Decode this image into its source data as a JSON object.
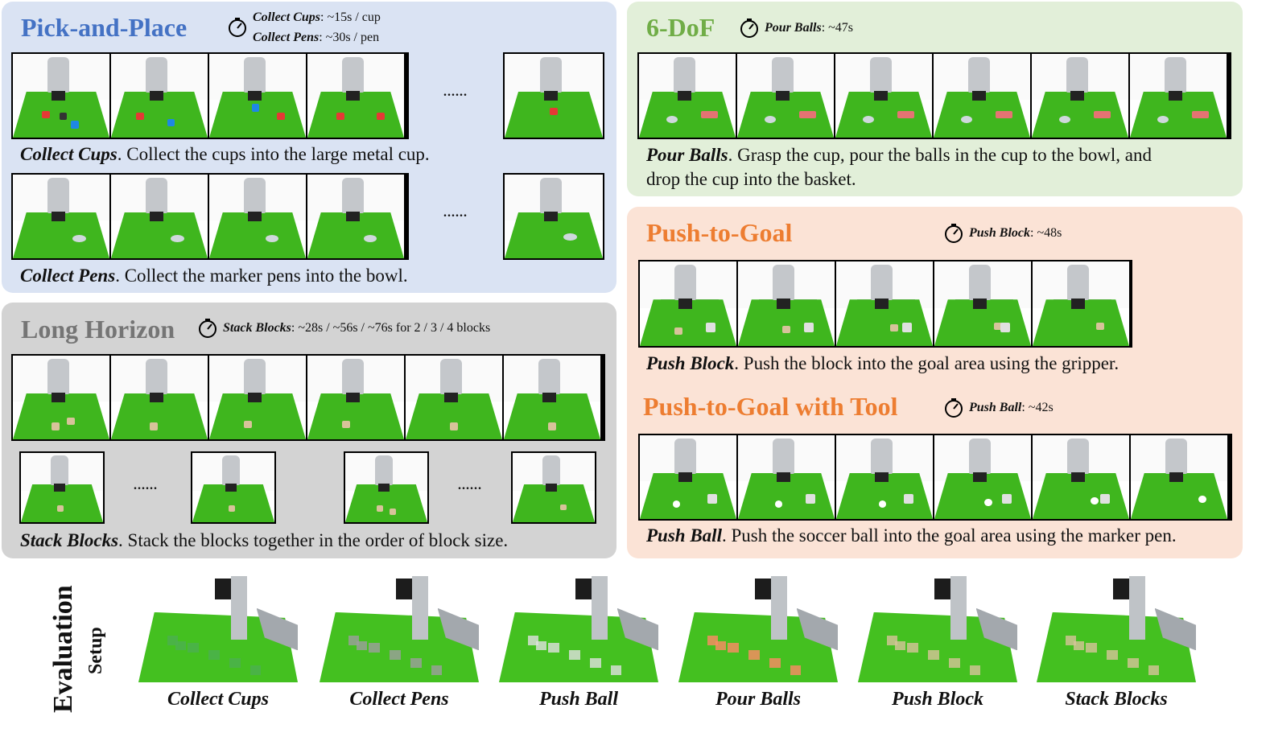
{
  "pick_and_place": {
    "title": "Pick-and-Place",
    "timer_line1_task": "Collect Cups",
    "timer_line1_value": ": ~15s / cup",
    "timer_line2_task": "Collect Pens",
    "timer_line2_value": ": ~30s / pen",
    "dots1": "......",
    "dots2": "......",
    "caption1_task": "Collect Cups",
    "caption1_text": ". Collect the cups into the large metal cup.",
    "caption2_task": "Collect Pens",
    "caption2_text": ". Collect the marker pens into the bowl."
  },
  "long_horizon": {
    "title": "Long Horizon",
    "timer_task": "Stack Blocks",
    "timer_value": ": ~28s / ~56s / ~76s  for 2 / 3 / 4 blocks",
    "dots1": "......",
    "dots2": "......",
    "caption_task": "Stack Blocks",
    "caption_text": ". Stack the blocks together in the order of block size."
  },
  "six_dof": {
    "title": "6-DoF",
    "timer_task": "Pour Balls",
    "timer_value": ": ~47s",
    "caption_task": "Pour Balls",
    "caption_text_line1": ". Grasp the cup, pour the balls in the cup to the bowl, and",
    "caption_text_line2": "drop the cup into the basket."
  },
  "push_to_goal": {
    "title": "Push-to-Goal",
    "timer_task": "Push Block",
    "timer_value": ": ~48s",
    "caption_task": "Push Block",
    "caption_text": ". Push the block into the goal area using the gripper."
  },
  "push_to_goal_tool": {
    "title": "Push-to-Goal with Tool",
    "timer_task": "Push Ball",
    "timer_value": ": ~42s",
    "caption_task": "Push Ball",
    "caption_text": ". Push the soccer ball into the goal area using the marker pen."
  },
  "evaluation": {
    "title_line1": "Evaluation",
    "title_line2": "Setup",
    "labels": [
      "Collect Cups",
      "Collect Pens",
      "Push Ball",
      "Pour Balls",
      "Push Block",
      "Stack Blocks"
    ]
  },
  "colors": {
    "blue_panel": "#dae3f3",
    "gray_panel": "#d3d3d3",
    "green_panel": "#e2efd9",
    "orange_panel": "#fbe3d6",
    "blue_title": "#4472c4",
    "gray_title": "#757575",
    "green_title": "#70ad47",
    "orange_title": "#ed7d31"
  },
  "icons": [
    "stopwatch-icon"
  ]
}
